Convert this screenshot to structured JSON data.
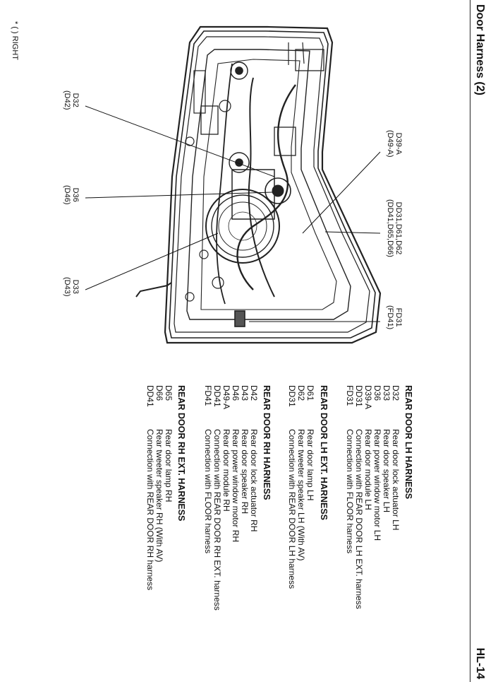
{
  "header": {
    "title": "Door Harness (2)",
    "page": "HL-14"
  },
  "note": "* ( ) RIGHT",
  "callouts": [
    {
      "lines": [
        "D32",
        "(D42)"
      ]
    },
    {
      "lines": [
        "D36",
        "(D46)"
      ]
    },
    {
      "lines": [
        "D33",
        "(D43)"
      ]
    },
    {
      "lines": [
        "D39-A",
        "(D49-A)"
      ]
    },
    {
      "lines": [
        "DD31,D61,D62",
        "(DD41,D65,D66)"
      ]
    },
    {
      "lines": [
        "FD31",
        "(FD41)"
      ]
    }
  ],
  "sections": [
    {
      "title": "REAR DOOR LH HARNESS",
      "items": [
        {
          "code": "D32",
          "desc": "Rear door lock actuator LH"
        },
        {
          "code": "D33",
          "desc": "Rear door speaker LH"
        },
        {
          "code": "D36",
          "desc": "Rear power window motor LH"
        },
        {
          "code": "D39-A",
          "desc": "Rear door module LH"
        },
        {
          "code": "DD31",
          "desc": "Connection with REAR DOOR LH EXT. harness"
        },
        {
          "code": "FD31",
          "desc": "Connection with FLOOR harness"
        }
      ]
    },
    {
      "title": "REAR DOOR LH EXT. HARNESS",
      "items": [
        {
          "code": "D61",
          "desc": "Rear door lamp LH"
        },
        {
          "code": "D62",
          "desc": "Rear tweeter speaker LH (With AV)"
        },
        {
          "code": "DD31",
          "desc": "Connection with REAR DOOR LH harness"
        }
      ]
    },
    {
      "title": "REAR DOOR RH HARNESS",
      "items": [
        {
          "code": "D42",
          "desc": "Rear door lock actuator RH"
        },
        {
          "code": "D43",
          "desc": "Rear door speaker RH"
        },
        {
          "code": "D46",
          "desc": "Rear power window motor RH"
        },
        {
          "code": "D49-A",
          "desc": "Rear door module RH"
        },
        {
          "code": "DD41",
          "desc": "Connection with REAR DOOR RH EXT. harness"
        },
        {
          "code": "FD41",
          "desc": "Connection with FLOOR harness"
        }
      ]
    },
    {
      "title": "REAR DOOR RH EXT. HARNESS",
      "items": [
        {
          "code": "D65",
          "desc": "Rear door lamp RH"
        },
        {
          "code": "D66",
          "desc": "Rear tweeter speaker RH (With AV)"
        },
        {
          "code": "DD41",
          "desc": "Connection with REAR DOOR RH harness"
        }
      ]
    }
  ]
}
